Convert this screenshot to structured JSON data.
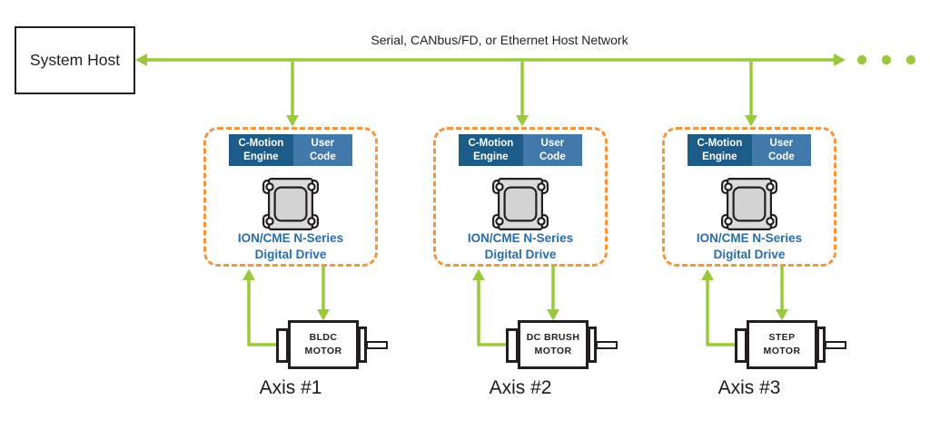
{
  "diagram": {
    "host_label": "System Host",
    "network_label": "Serial, CANbus/FD, or Ethernet Host Network",
    "drives": [
      {
        "engine_label": "C-Motion\nEngine",
        "user_label": "User\nCode",
        "drive_name": "ION/CME N-Series\nDigital Drive",
        "motor_label": "BLDC\nMOTOR",
        "axis_label": "Axis #1"
      },
      {
        "engine_label": "C-Motion\nEngine",
        "user_label": "User\nCode",
        "drive_name": "ION/CME N-Series\nDigital Drive",
        "motor_label": "DC BRUSH\nMOTOR",
        "axis_label": "Axis #2"
      },
      {
        "engine_label": "C-Motion\nEngine",
        "user_label": "User\nCode",
        "drive_name": "ION/CME N-Series\nDigital Drive",
        "motor_label": "STEP\nMOTOR",
        "axis_label": "Axis #3"
      }
    ]
  },
  "icons": {
    "chip": "chip-icon",
    "network_arrows": "arrow-icon",
    "continuation": "ellipsis-dots-icon",
    "motor_shaft": "motor-shaft-icon"
  },
  "colors": {
    "green": "#9aca3c",
    "orange_dash": "#f5953c",
    "blue_dark": "#1d5c88",
    "blue_light": "#4179ab",
    "blue_text": "#2a6da9",
    "ink": "#231f20"
  }
}
